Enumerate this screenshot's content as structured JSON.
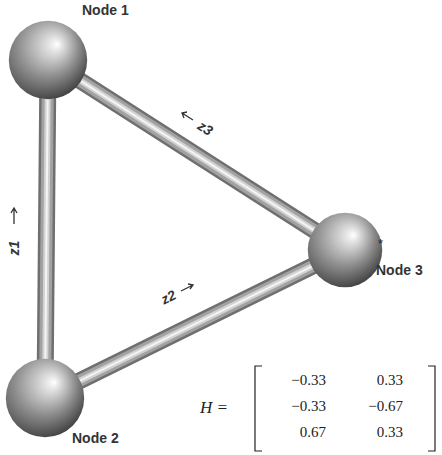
{
  "diagram": {
    "nodes": [
      {
        "text": [
          "Node 1"
        ]
      },
      {
        "text": [
          "Node 2"
        ]
      },
      {
        "text": [
          "Node 3"
        ]
      }
    ],
    "edges": [
      {
        "from": 0,
        "to": 1,
        "arrow": "none",
        "label": "z1"
      },
      {
        "from": 1,
        "to": 2,
        "arrow": "none",
        "label": "z2"
      },
      {
        "from": 2,
        "to": 0,
        "arrow": "none",
        "label": "z3"
      }
    ],
    "labels": [
      "*",
      "H =",
      "−0.33",
      "0.33",
      "−0.33",
      "−0.67",
      "0.67",
      "0.33"
    ]
  }
}
